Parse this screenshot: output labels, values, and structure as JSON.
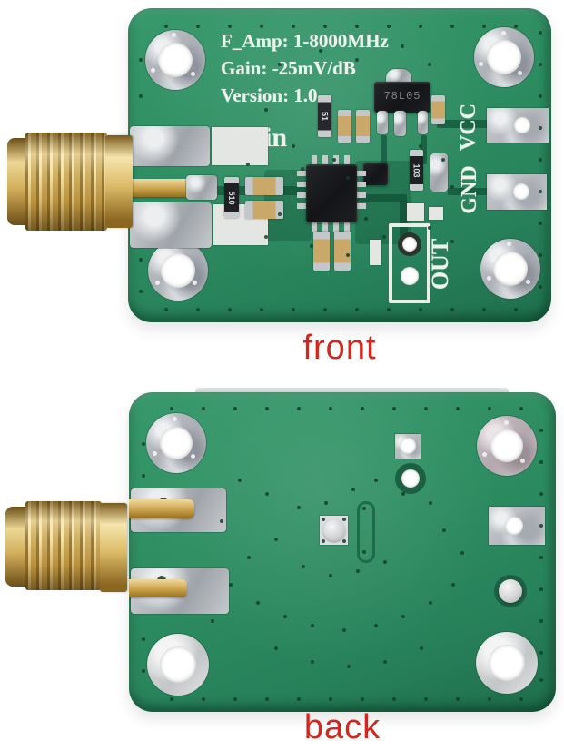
{
  "front_view": {
    "caption": "front",
    "silkscreen": {
      "spec_line1": "F_Amp: 1-8000MHz",
      "spec_line2": "Gain: -25mV/dB",
      "spec_line3": "Version: 1.0",
      "rf_input_label": "RFin",
      "vcc_label": "VCC",
      "gnd_label": "GND",
      "out_label": "OUT"
    },
    "components": {
      "regulator_marking": "78L05",
      "resistor_marking_103": "103",
      "resistor_marking_510": "510",
      "resistor_marking_51": "51"
    }
  },
  "back_view": {
    "caption": "back"
  },
  "colors": {
    "pcb_green": "#2e8e62",
    "caption_red": "#d5261d",
    "silkscreen_white": "#eef3ee",
    "connector_gold": "#d4af5a",
    "pad_silver": "#c0c3c7"
  }
}
